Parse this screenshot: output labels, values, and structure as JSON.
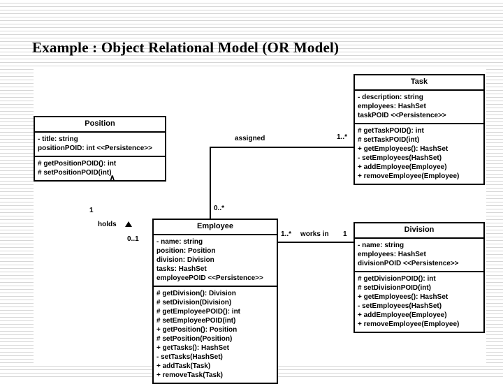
{
  "slide": {
    "title": "Example : Object Relational Model (OR Model)"
  },
  "classes": {
    "position": {
      "name": "Position",
      "attributes": [
        "- title: string",
        "  positionPOID: int <<Persistence>>"
      ],
      "methods": [
        "# getPositionPOID(): int",
        "# setPositionPOID(int)"
      ]
    },
    "task": {
      "name": "Task",
      "attributes": [
        "- description: string",
        "  employees: HashSet",
        "  taskPOID <<Persistence>>"
      ],
      "methods": [
        "# getTaskPOID(): int",
        "# setTaskPOID(int)",
        "+ getEmployees(): HashSet",
        "- setEmployees(HashSet)",
        "+ addEmployee(Employee)",
        "+ removeEmployee(Employee)"
      ]
    },
    "employee": {
      "name": "Employee",
      "attributes": [
        "- name: string",
        "  position: Position",
        "  division: Division",
        "  tasks: HashSet",
        "  employeePOID <<Persistence>>"
      ],
      "methods": [
        "# getDivision(): Division",
        "# setDivision(Division)",
        "# getEmployeePOID(): int",
        "# setEmployeePOID(int)",
        "+ getPosition(): Position",
        "# setPosition(Position)",
        "+ getTasks(): HashSet",
        "- setTasks(HashSet)",
        "+ addTask(Task)",
        "+ removeTask(Task)"
      ]
    },
    "division": {
      "name": "Division",
      "attributes": [
        "- name: string",
        "  employees: HashSet",
        "  divisionPOID <<Persistence>>"
      ],
      "methods": [
        "# getDivisionPOID(): int",
        "# setDivisionPOID(int)",
        "+ getEmployees(): HashSet",
        "- setEmployees(HashSet)",
        "+ addEmployee(Employee)",
        "+ removeEmployee(Employee)"
      ]
    }
  },
  "associations": {
    "assigned": {
      "label": "assigned",
      "source_multiplicity": "1..*",
      "target_multiplicity": "0..*"
    },
    "holds": {
      "label": "holds",
      "source_multiplicity": "1",
      "target_multiplicity": "0..1"
    },
    "works_in": {
      "label": "works in",
      "source_multiplicity": "1..*",
      "target_multiplicity": "1"
    }
  }
}
